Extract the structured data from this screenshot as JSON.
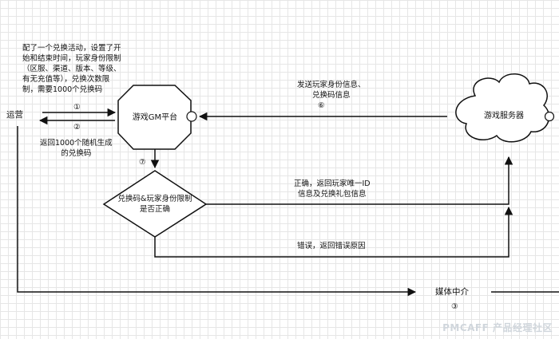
{
  "actors": {
    "operations": "运营",
    "gm_platform": "游戏GM平台",
    "game_server": "游戏服务器",
    "media": "媒体中介",
    "check": "兑换码&玩家身份限制\n是否正确"
  },
  "labels": {
    "config_note": "配了一个兑换活动，设置了开\n始和结束时间，玩家身份限制\n（区服、渠道、版本、等级、\n有无充值等），兑换次数限\n制，需要1000个兑换码",
    "step1": "①",
    "step2": "②",
    "return_codes": "返回1000个随机生成\n的兑换码",
    "step3": "③",
    "send_info": "发送玩家身份信息、\n兑换码信息",
    "step6": "⑥",
    "step7": "⑦",
    "correct": "正确，返回玩家唯一ID\n信息及兑换礼包信息",
    "wrong": "错误，返回错误原因"
  },
  "watermark": "PMCAFF 产品经理社区"
}
